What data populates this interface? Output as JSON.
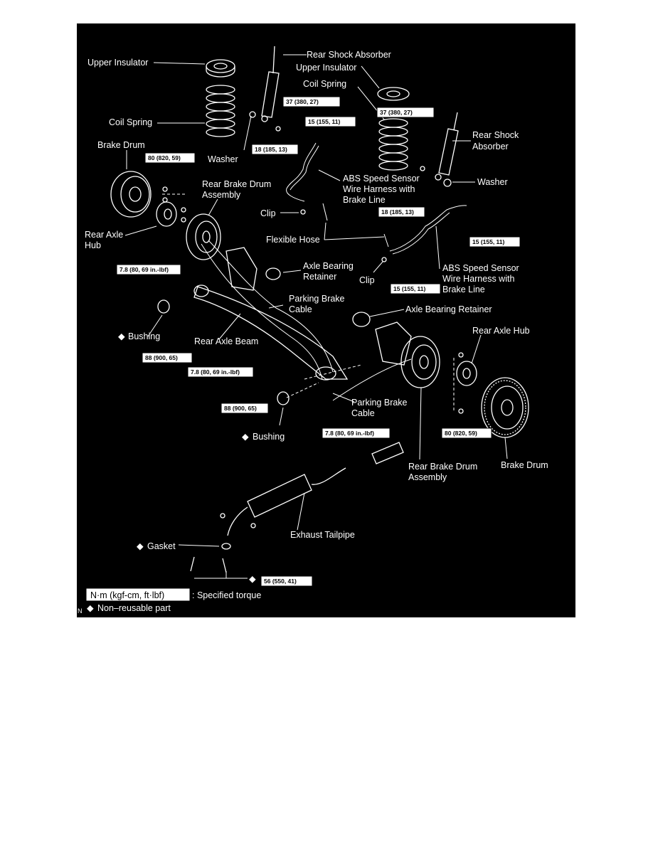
{
  "colors": {
    "background": "#000000",
    "foreground": "#ffffff"
  },
  "labels": {
    "upper_insulator_left": "Upper Insulator",
    "rear_shock_absorber_top": "Rear Shock Absorber",
    "upper_insulator_right": "Upper Insulator",
    "coil_spring_right": "Coil Spring",
    "coil_spring_left": "Coil Spring",
    "washer_left": "Washer",
    "brake_drum_left": "Brake Drum",
    "rear_shock_right_1": "Rear Shock",
    "rear_shock_right_2": "Absorber",
    "abs_left_1": "ABS Speed Sensor",
    "abs_left_2": "Wire Harness with",
    "abs_left_3": "Brake Line",
    "washer_right": "Washer",
    "rear_brake_drum_left_1": "Rear Brake Drum",
    "rear_brake_drum_left_2": "Assembly",
    "clip_top": "Clip",
    "flexible_hose": "Flexible Hose",
    "rear_axle_hub_left_1": "Rear Axle",
    "rear_axle_hub_left_2": "Hub",
    "axle_bearing_retainer_left_1": "Axle Bearing",
    "axle_bearing_retainer_left_2": "Retainer",
    "clip_bottom": "Clip",
    "abs_right_1": "ABS Speed Sensor",
    "abs_right_2": "Wire Harness with",
    "abs_right_3": "Brake Line",
    "parking_brake_cable_left_1": "Parking Brake",
    "parking_brake_cable_left_2": "Cable",
    "axle_bearing_retainer_right": "Axle Bearing Retainer",
    "bushing_left": "Bushing",
    "rear_axle_beam": "Rear Axle Beam",
    "rear_axle_hub_right": "Rear Axle Hub",
    "parking_brake_cable_right_1": "Parking Brake",
    "parking_brake_cable_right_2": "Cable",
    "bushing_right": "Bushing",
    "rear_brake_drum_right_1": "Rear Brake Drum",
    "rear_brake_drum_right_2": "Assembly",
    "brake_drum_right": "Brake Drum",
    "exhaust_tailpipe": "Exhaust Tailpipe",
    "gasket": "Gasket"
  },
  "torques": {
    "t37_left": "37 (380, 27)",
    "t15_top": "15 (155, 11)",
    "t18_left": "18 (185, 13)",
    "t37_right": "37 (380, 27)",
    "t80_left": "80 (820, 59)",
    "t18_right": "18 (185, 13)",
    "t15_right": "15 (155, 11)",
    "t78_left": "7.8 (80, 69 in.-lbf)",
    "t15_bottom": "15 (155, 11)",
    "t88_left": "88 (900, 65)",
    "t78_mid": "7.8 (80, 69 in.-lbf)",
    "t88_right": "88 (900, 65)",
    "t78_bottom": "7.8 (80, 69 in.-lbf)",
    "t80_right": "80 (820, 59)",
    "t56": "56 (550, 41)"
  },
  "legend": {
    "torque_box": "N·m (kgf-cm, ft·lbf)",
    "torque_text": ": Specified torque",
    "nonreusable_text": "Non–reusable part",
    "corner_mark": "N"
  },
  "symbols": {
    "nonreusable": "◆"
  }
}
